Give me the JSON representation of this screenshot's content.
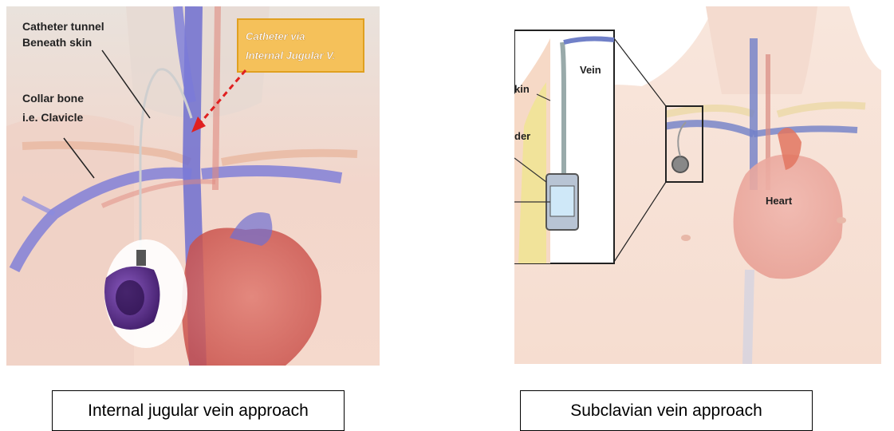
{
  "left": {
    "label_catheter_tunnel_line1": "Catheter tunnel",
    "label_catheter_tunnel_line2": "Beneath skin",
    "label_collar_line1": "Collar bone",
    "label_collar_line2": "i.e. Clavicle",
    "callout_line1": "Catheter via",
    "callout_line2": "Internal Jugular V.",
    "caption": "Internal jugular vein approach"
  },
  "right": {
    "label_vein": "Vein",
    "label_skin_partial": "kin",
    "label_der_partial": "der",
    "label_heart": "Heart",
    "caption": "Subclavian vein approach"
  },
  "colors": {
    "skin": "#f3d9cc",
    "vein": "#6f6fd0",
    "artery": "#d96b63",
    "callout_fill": "#f5c15a",
    "callout_border": "#e0a020",
    "arrow_red": "#e02020",
    "port_purple": "#5a2a8a"
  }
}
